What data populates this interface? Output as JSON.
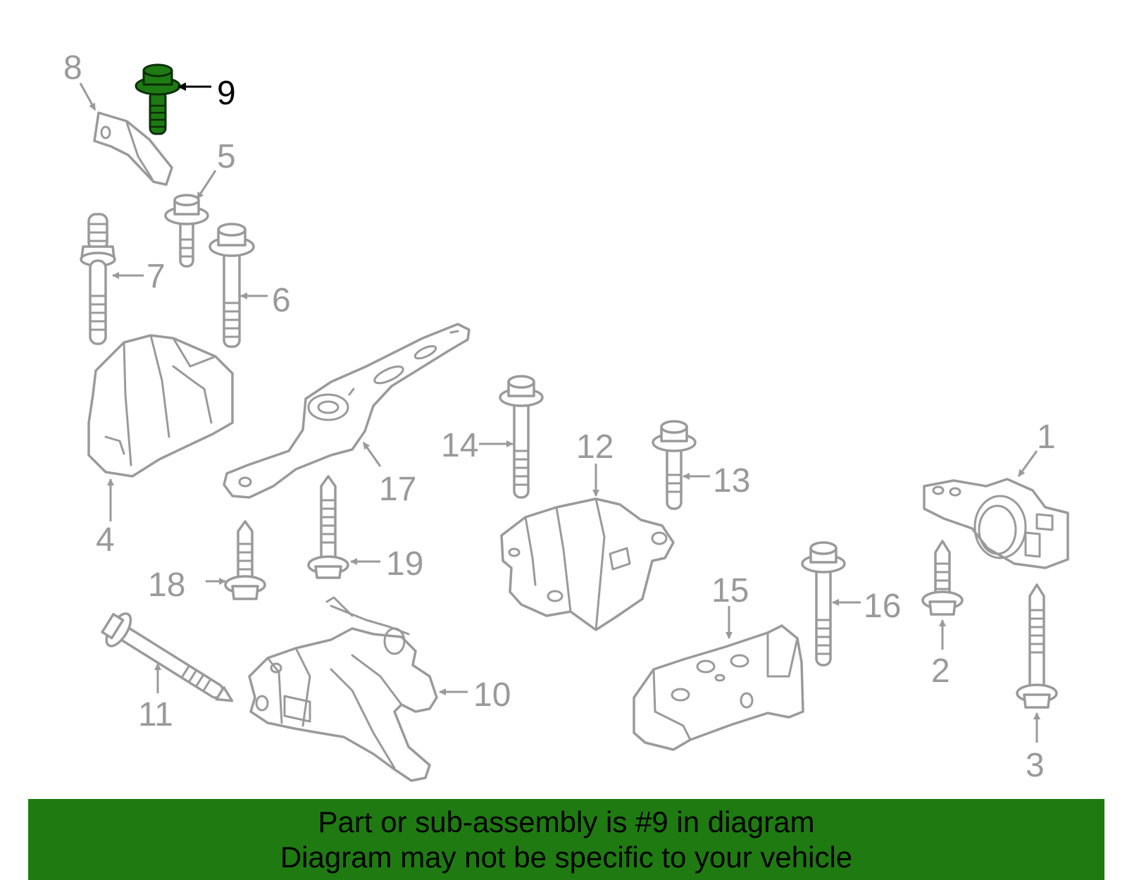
{
  "callouts": {
    "c1": "1",
    "c2": "2",
    "c3": "3",
    "c4": "4",
    "c5": "5",
    "c6": "6",
    "c7": "7",
    "c8": "8",
    "c9": "9",
    "c10": "10",
    "c11": "11",
    "c12": "12",
    "c13": "13",
    "c14": "14",
    "c15": "15",
    "c16": "16",
    "c17": "17",
    "c18": "18",
    "c19": "19"
  },
  "highlighted_part": "9",
  "colors": {
    "highlight_fill": "#1e7a12",
    "banner_background": "#1f7a12",
    "line_art": "#9a9a9a"
  },
  "banner": {
    "line1": "Part or sub-assembly is #9 in diagram",
    "line2": "Diagram may not be specific to your vehicle"
  }
}
